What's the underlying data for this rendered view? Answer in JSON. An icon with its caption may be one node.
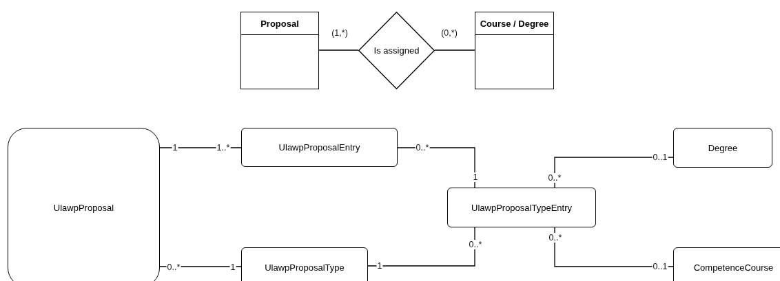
{
  "diagram": {
    "nodes": [
      {
        "text": [
          "Proposal"
        ]
      },
      {
        "text": [
          "Is assigned"
        ]
      },
      {
        "text": [
          "Course / Degree"
        ]
      },
      {
        "text": [
          "UlawpProposal"
        ]
      },
      {
        "text": [
          "UlawpProposalEntry"
        ]
      },
      {
        "text": [
          "Degree"
        ]
      },
      {
        "text": [
          "UlawpProposalTypeEntry"
        ]
      },
      {
        "text": [
          "UlawpProposalType"
        ]
      },
      {
        "text": [
          "CompetenceCourse"
        ]
      }
    ],
    "edges": [
      {
        "from": 0,
        "to": 1,
        "arrow": "none"
      },
      {
        "from": 1,
        "to": 2,
        "arrow": "none"
      },
      {
        "from": 3,
        "to": 4,
        "arrow": "none"
      },
      {
        "from": 4,
        "to": 6,
        "arrow": "none"
      },
      {
        "from": 6,
        "to": 5,
        "arrow": "none"
      },
      {
        "from": 3,
        "to": 7,
        "arrow": "none"
      },
      {
        "from": 7,
        "to": 6,
        "arrow": "none"
      },
      {
        "from": 6,
        "to": 8,
        "arrow": "none"
      }
    ],
    "labels": [
      "(1,*)",
      "(0,*)",
      "1",
      "1..*",
      "0..*",
      "0..1",
      "1",
      "0..*",
      "0..*",
      "0..*",
      "0..*",
      "1",
      "1",
      "0..1"
    ]
  }
}
